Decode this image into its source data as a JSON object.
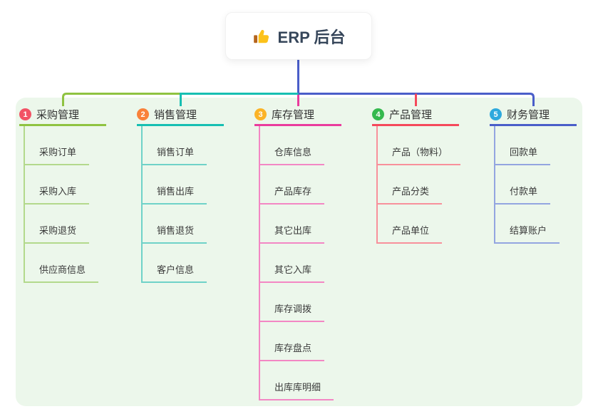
{
  "root": {
    "title": "ERP 后台",
    "icon": "thumbs-up-icon",
    "title_color": "#36465a"
  },
  "colors": {
    "canvas_bg": "#ffffff",
    "panel_bg": "#ecf7eb",
    "trunk": "#4a5ec9",
    "thumb_hand": "#fcc21b",
    "thumb_cuff": "#b5651d"
  },
  "branches": [
    {
      "badge": "1",
      "badge_color": "#f25265",
      "label": "采购管理",
      "line_color": "#8fc341",
      "child_line_color": "#b3d98c",
      "children": [
        "采购订单",
        "采购入库",
        "采购退货",
        "供应商信息"
      ]
    },
    {
      "badge": "2",
      "badge_color": "#f9813a",
      "label": "销售管理",
      "line_color": "#17bfb2",
      "child_line_color": "#6fd2c8",
      "children": [
        "销售订单",
        "销售出库",
        "销售退货",
        "客户信息"
      ]
    },
    {
      "badge": "3",
      "badge_color": "#fbb327",
      "label": "库存管理",
      "line_color": "#ea3c9d",
      "child_line_color": "#f387c4",
      "children": [
        "仓库信息",
        "产品库存",
        "其它出库",
        "其它入库",
        "库存调拨",
        "库存盘点",
        "出库库明细"
      ]
    },
    {
      "badge": "4",
      "badge_color": "#35b94e",
      "label": "产品管理",
      "line_color": "#f5495b",
      "child_line_color": "#f8909b",
      "children": [
        "产品（物料）",
        "产品分类",
        "产品单位"
      ]
    },
    {
      "badge": "5",
      "badge_color": "#2ea9dd",
      "label": "财务管理",
      "line_color": "#4a5ec9",
      "child_line_color": "#93a5e0",
      "children": [
        "回款单",
        "付款单",
        "结算账户"
      ]
    }
  ]
}
